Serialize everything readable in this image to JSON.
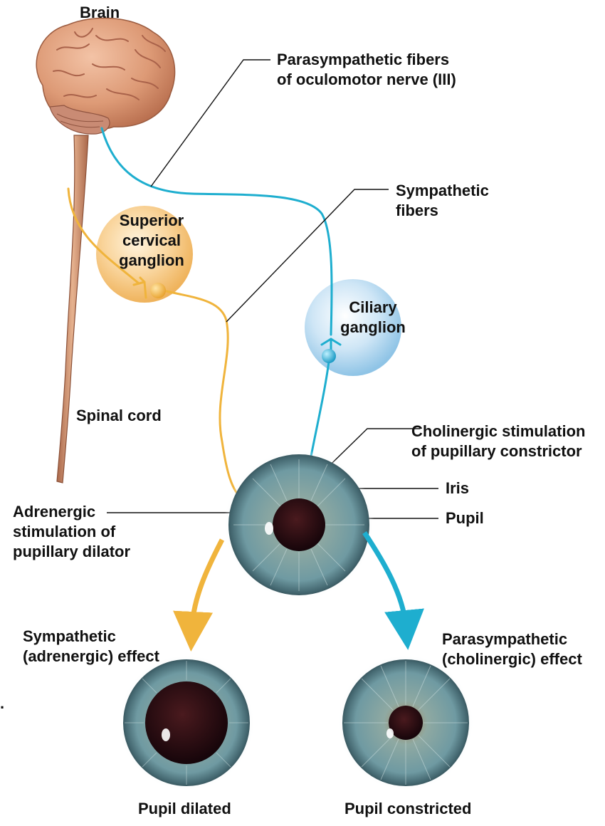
{
  "labels": {
    "brain": "Brain",
    "parasympathetic_fibers": [
      "Parasympathetic fibers",
      "of oculomotor nerve (III)"
    ],
    "sympathetic_fibers": [
      "Sympathetic",
      "fibers"
    ],
    "superior_cervical_ganglion": [
      "Superior",
      "cervical",
      "ganglion"
    ],
    "ciliary_ganglion": [
      "Ciliary",
      "ganglion"
    ],
    "spinal_cord": "Spinal cord",
    "cholinergic_stimulation": [
      "Cholinergic stimulation",
      "of pupillary constrictor"
    ],
    "iris": "Iris",
    "pupil": "Pupil",
    "adrenergic_stimulation": [
      "Adrenergic",
      "stimulation of",
      "pupillary dilator"
    ],
    "sympathetic_effect": [
      "Sympathetic",
      "(adrenergic) effect"
    ],
    "parasympathetic_effect": [
      "Parasympathetic",
      "(cholinergic) effect"
    ],
    "pupil_dilated": "Pupil dilated",
    "pupil_constricted": "Pupil constricted",
    "stray_mark": "."
  },
  "colors": {
    "sympathetic": "#f0b43c",
    "parasympathetic": "#1eaecf",
    "sympathetic_ganglion": "#f6c77a",
    "parasympathetic_ganglion": "#a9d6ef",
    "brain": "#d98f6a",
    "iris": "#6f9aa2",
    "pupil": "#2a0d10"
  }
}
